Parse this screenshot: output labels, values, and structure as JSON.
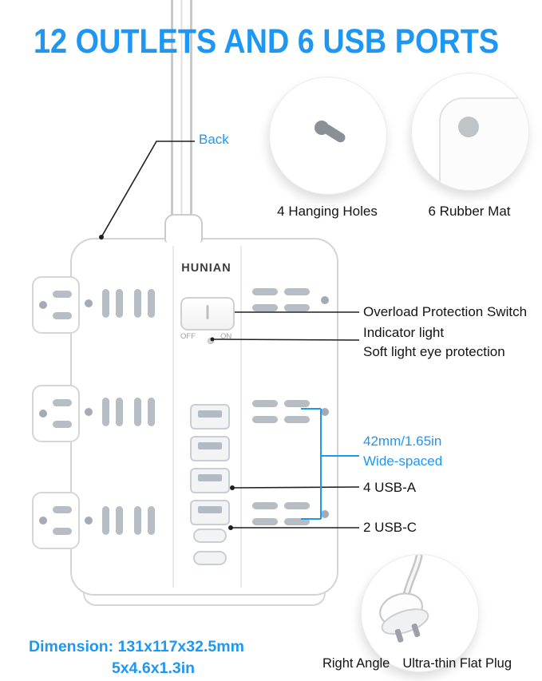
{
  "accent_color": "#1E97F3",
  "title": "12 OUTLETS AND 6 USB PORTS",
  "labels": {
    "back": "Back",
    "hanging_holes": "4 Hanging Holes",
    "rubber_mat": "6 Rubber Mat",
    "overload_switch": "Overload Protection Switch",
    "indicator_light": "Indicator light",
    "soft_light": "Soft light eye protection",
    "wide_spaced_value": "42mm/1.65in",
    "wide_spaced_caption": "Wide-spaced",
    "usb_a": "4 USB-A",
    "usb_c": "2 USB-C",
    "right_angle": "Right Angle",
    "flat_plug": "Ultra-thin Flat Plug"
  },
  "device": {
    "brand": "HUNIAN",
    "switch_off": "OFF",
    "switch_on": "ON"
  },
  "dimensions": {
    "metric": "Dimension: 131x117x32.5mm",
    "imperial": "5x4.6x1.3in"
  }
}
